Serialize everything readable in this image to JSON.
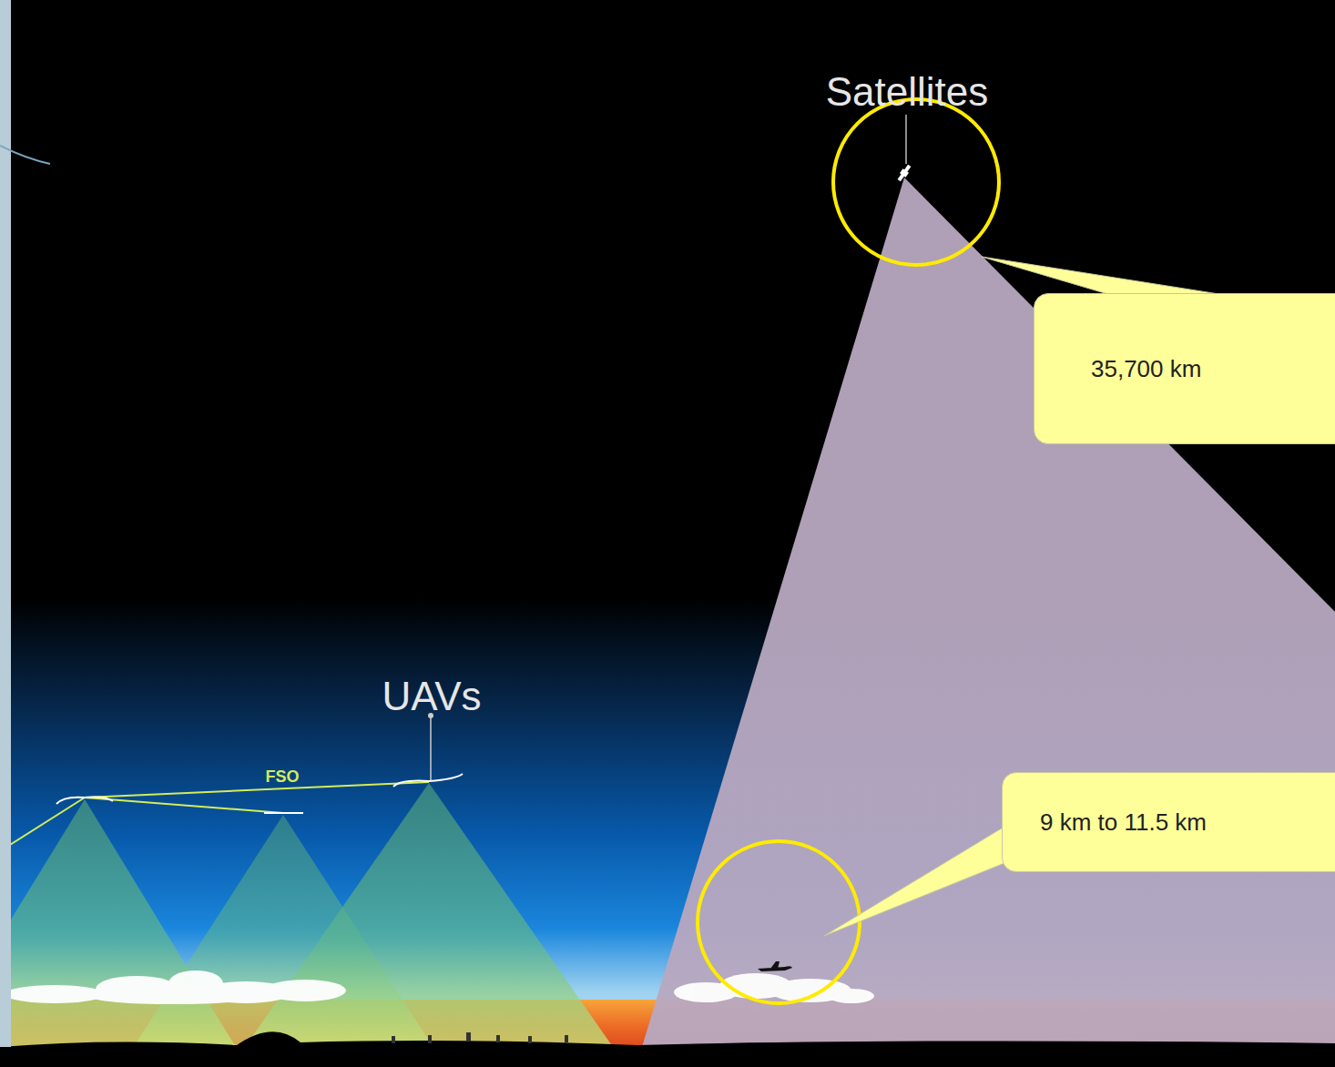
{
  "diagram": {
    "nodes": [
      {
        "text": [
          "35,700 km"
        ]
      },
      {
        "text": [
          "9 km to 11.5 km"
        ]
      }
    ],
    "labels": [
      "Satellites",
      "UAVs",
      "FSO"
    ]
  }
}
